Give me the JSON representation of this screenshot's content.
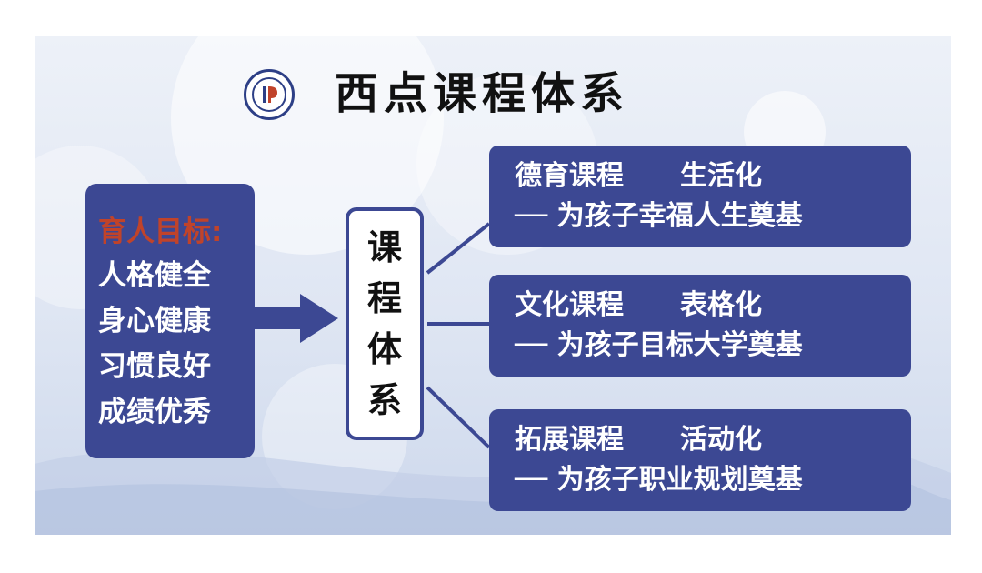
{
  "title": "西点课程体系",
  "logo_icon": "school-emblem-icon",
  "goal": {
    "heading": "育人目标:",
    "items": [
      "人格健全",
      "身心健康",
      "习惯良好",
      "成绩优秀"
    ]
  },
  "center": {
    "chars": [
      "课",
      "程",
      "体",
      "系"
    ]
  },
  "courses": [
    {
      "name": "德育课程",
      "feature": "生活化",
      "purpose": "── 为孩子幸福人生奠基"
    },
    {
      "name": "文化课程",
      "feature": "表格化",
      "purpose": "── 为孩子目标大学奠基"
    },
    {
      "name": "拓展课程",
      "feature": "活动化",
      "purpose": "── 为孩子职业规划奠基"
    }
  ],
  "colors": {
    "box_fill": "#3c4893",
    "heading_red": "#c0432a",
    "text_white": "#ffffff",
    "title_black": "#111111"
  }
}
